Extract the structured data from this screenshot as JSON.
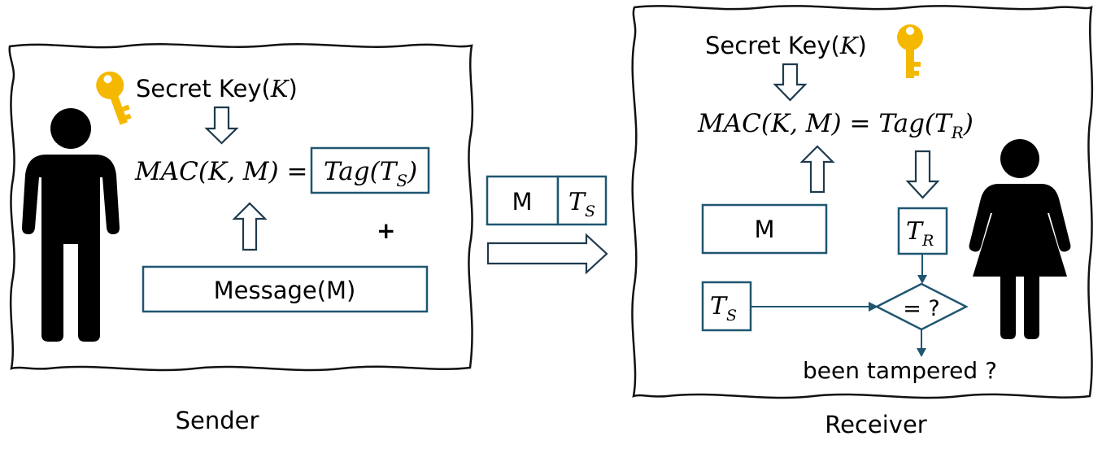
{
  "sender": {
    "caption": "Sender",
    "secret_key": "Secret Key(",
    "key_symbol": "K",
    "key_close": ")",
    "mac_expr": "MAC(K, M) =",
    "tag_expr": "Tag(T",
    "tag_sub": "S",
    "tag_close": ")",
    "plus": "+",
    "message": "Message(M)"
  },
  "transmission": {
    "message": "M",
    "tag": "T",
    "tag_sub": "S"
  },
  "receiver": {
    "caption": "Receiver",
    "secret_key": "Secret Key(",
    "key_symbol": "K",
    "key_close": ")",
    "mac_expr": "MAC(K, M) = Tag(T",
    "mac_sub": "R",
    "mac_close": ")",
    "message": "M",
    "tag_r": "T",
    "tag_r_sub": "R",
    "tag_s": "T",
    "tag_s_sub": "S",
    "compare": "= ?",
    "result": "been tampered ?"
  },
  "colors": {
    "box_stroke": "#1f5670",
    "key": "#f5b800",
    "person": "#000000"
  },
  "icons": [
    "key-icon",
    "man-icon",
    "woman-icon",
    "arrow-icon"
  ]
}
